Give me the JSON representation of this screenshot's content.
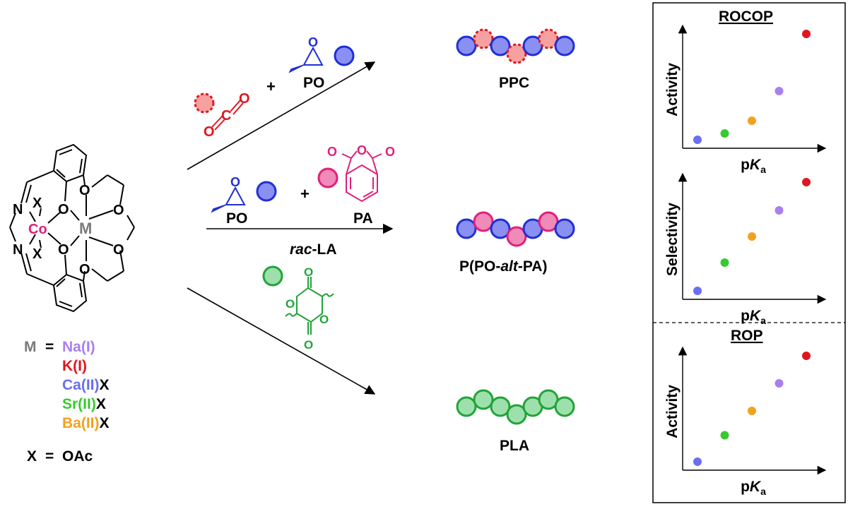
{
  "catalyst": {
    "atoms": {
      "x": "X",
      "co": "Co",
      "m": "M",
      "o": "O",
      "n": "N"
    }
  },
  "legend": {
    "m_symbol": "M",
    "equals": "=",
    "metals": [
      {
        "name": "Na(I)",
        "suffix": "",
        "color": "#a97ff0"
      },
      {
        "name": "K(I)",
        "suffix": "",
        "color": "#e0161f"
      },
      {
        "name": "Ca(II)",
        "suffix": "X",
        "color": "#6a6ff0"
      },
      {
        "name": "Sr(II)",
        "suffix": "X",
        "color": "#38c930"
      },
      {
        "name": "Ba(II)",
        "suffix": "X",
        "color": "#f2a11f"
      }
    ],
    "x_symbol": "X",
    "x_value": "OAc"
  },
  "reactions": {
    "top": {
      "plus": "+",
      "monomer_label": "PO",
      "co2_o": "O",
      "co2_c": "C",
      "product": "PPC"
    },
    "middle": {
      "plus": "+",
      "po_label": "PO",
      "pa_label": "PA",
      "product_prefix": "P(PO-",
      "product_italic": "alt",
      "product_suffix": "-PA)"
    },
    "bottom": {
      "monomer_prefix": "rac",
      "monomer_suffix": "-LA",
      "product": "PLA"
    }
  },
  "panel": {
    "rocop_title": "ROCOP",
    "rop_title": "ROP",
    "plots": [
      {
        "ylabel": "Activity",
        "xlabel_p": "p",
        "xlabel_k": "K",
        "xlabel_a": "a",
        "points": [
          {
            "color": "#6a6ff0"
          },
          {
            "color": "#38c930"
          },
          {
            "color": "#f2a11f"
          },
          {
            "color": "#a97ff0"
          },
          {
            "color": "#e0161f"
          }
        ]
      },
      {
        "ylabel": "Selectivity",
        "xlabel_p": "p",
        "xlabel_k": "K",
        "xlabel_a": "a",
        "points": [
          {
            "color": "#6a6ff0"
          },
          {
            "color": "#38c930"
          },
          {
            "color": "#f2a11f"
          },
          {
            "color": "#a97ff0"
          },
          {
            "color": "#e0161f"
          }
        ]
      },
      {
        "ylabel": "Activity",
        "xlabel_p": "p",
        "xlabel_k": "K",
        "xlabel_a": "a",
        "points": [
          {
            "color": "#6a6ff0"
          },
          {
            "color": "#38c930"
          },
          {
            "color": "#f2a11f"
          },
          {
            "color": "#a97ff0"
          },
          {
            "color": "#e0161f"
          }
        ]
      }
    ]
  },
  "colors": {
    "co2": "#e0161f",
    "co2_fill": "#f6a0a0",
    "po": "#1f2fd6",
    "po_fill": "#8a8ff2",
    "pa": "#e0207a",
    "pa_fill": "#f08ab8",
    "la": "#22a33a",
    "la_fill": "#9ee0ac",
    "co_atom": "#e0207a",
    "m_atom": "#7a7a7a"
  }
}
